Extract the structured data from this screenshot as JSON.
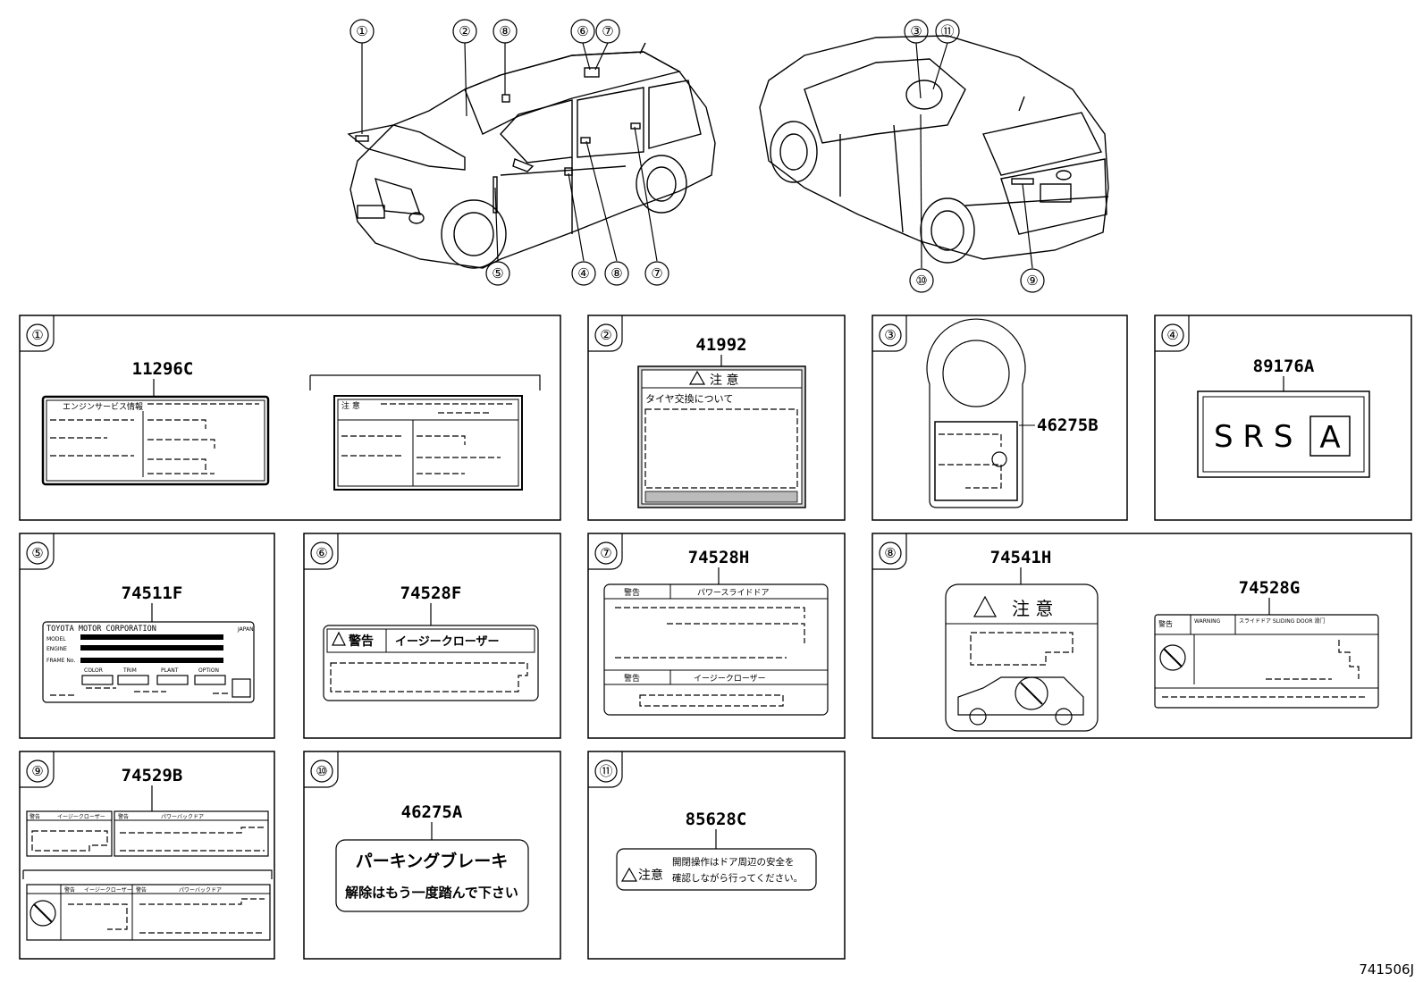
{
  "diagram": {
    "callouts_front": [
      "①",
      "②",
      "⑧",
      "⑥",
      "⑦",
      "⑤",
      "④",
      "⑧",
      "⑦"
    ],
    "callouts_rear": [
      "③",
      "⑪",
      "⑩",
      "⑨"
    ],
    "panels": [
      {
        "num": "①",
        "parts": [
          "11296C"
        ],
        "texts": {
          "engine_service": "エンジンサービス情報",
          "caution_small": "注 意"
        }
      },
      {
        "num": "②",
        "parts": [
          "41992"
        ],
        "texts": {
          "caution": "注 意",
          "tire": "タイヤ交換について"
        }
      },
      {
        "num": "③",
        "parts": [
          "46275B"
        ]
      },
      {
        "num": "④",
        "parts": [
          "89176A"
        ],
        "texts": {
          "srs": "S R S",
          "srs_box": "A"
        }
      },
      {
        "num": "⑤",
        "parts": [
          "74511F"
        ],
        "texts": {
          "corp": "TOYOTA MOTOR CORPORATION",
          "japan": "JAPAN",
          "model": "MODEL",
          "engine": "ENGINE",
          "frame": "FRAME No.",
          "color": "COLOR",
          "trim": "TRIM",
          "plant": "PLANT",
          "option": "OPTION"
        }
      },
      {
        "num": "⑥",
        "parts": [
          "74528F"
        ],
        "texts": {
          "warning": "警告",
          "easy_closer": "イージークローザー"
        }
      },
      {
        "num": "⑦",
        "parts": [
          "74528H"
        ],
        "texts": {
          "warning": "警告",
          "power_slide": "パワースライドドア",
          "warning2": "警告",
          "easy_closer": "イージークローザー"
        }
      },
      {
        "num": "⑧",
        "parts": [
          "74541H",
          "74528G"
        ],
        "texts": {
          "caution": "注 意",
          "keikoku": "警告",
          "warning_en": "WARNING",
          "sliding": "スライドドア SLIDING DOOR 滑门"
        }
      },
      {
        "num": "⑨",
        "parts": [
          "74529B"
        ],
        "texts": {
          "w1": "警告",
          "ec1": "イージークローザー",
          "w2": "警告",
          "pbd": "パワーバックドア",
          "w3": "警告",
          "ec2": "イージークローザー",
          "w4": "警告",
          "pbd2": "パワーバックドア"
        }
      },
      {
        "num": "⑩",
        "parts": [
          "46275A"
        ],
        "texts": {
          "line1": "パーキングブレーキ",
          "line2": "解除はもう一度踏んで下さい"
        }
      },
      {
        "num": "⑪",
        "parts": [
          "85628C"
        ],
        "texts": {
          "caution": "注意",
          "line1": "開閉操作はドア周辺の安全を",
          "line2": "確認しながら行ってください。"
        }
      }
    ],
    "footer_code": "741506J"
  }
}
